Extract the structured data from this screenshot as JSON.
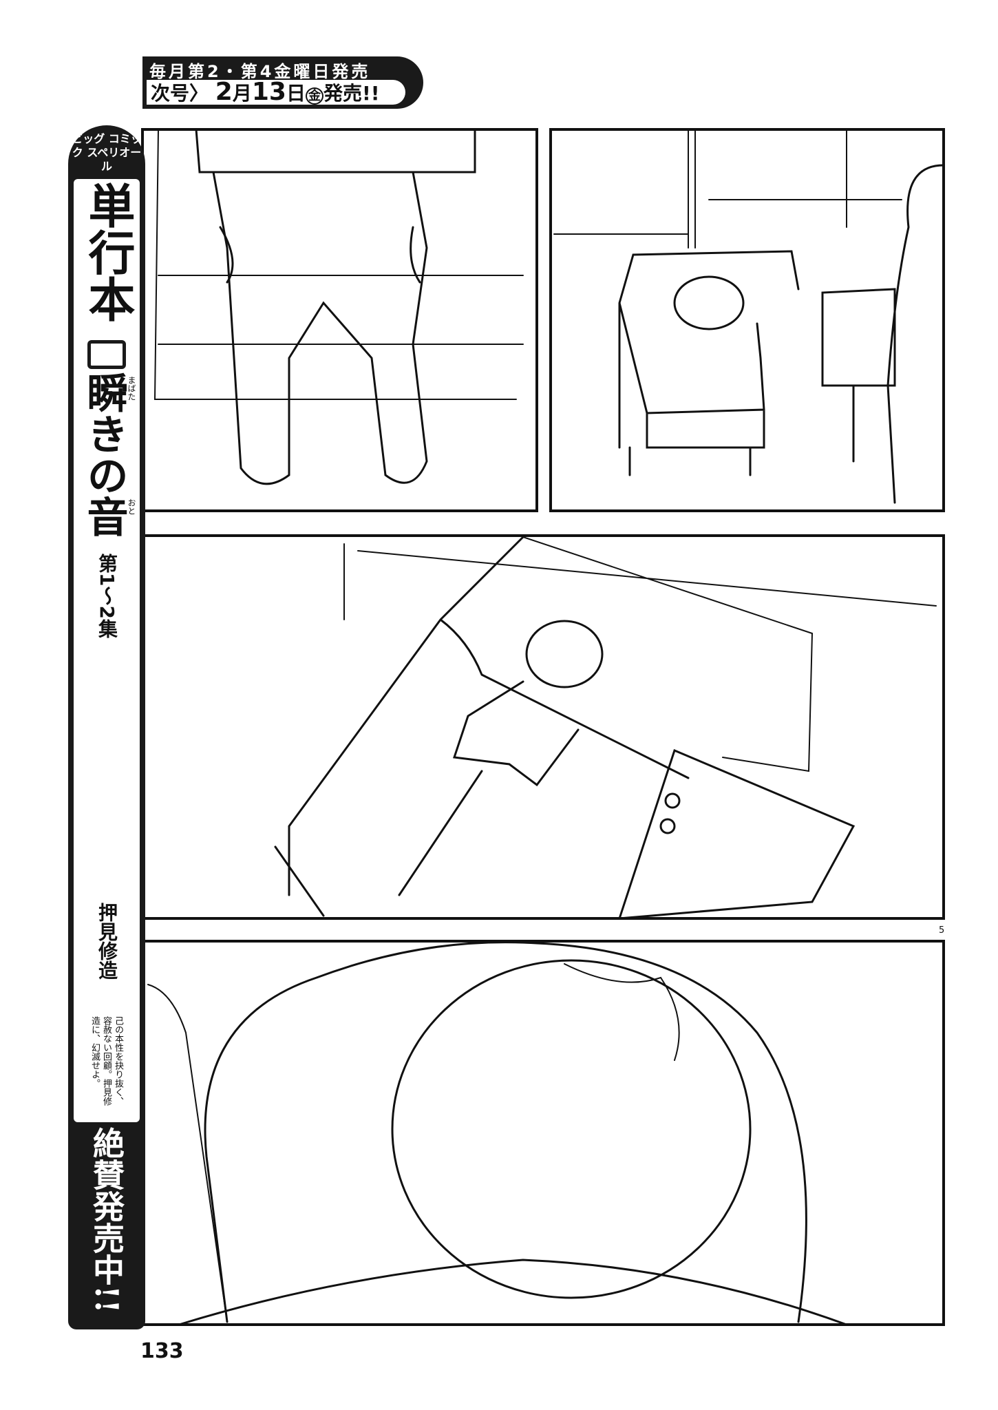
{
  "banner": {
    "line1": "毎月第2・第4金曜日発売",
    "next_label": "次号",
    "arrow": "〉",
    "month": "2",
    "month_unit": "月",
    "day": "13",
    "day_unit": "日",
    "weekday": "金",
    "release": "発売!!"
  },
  "sidebar": {
    "brand": "ビッグ コミック スペリオール",
    "category": "単行本",
    "title": "瞬きの音",
    "title_ruby_1": "まばた",
    "title_ruby_2": "おと",
    "volumes": "第1〜2集",
    "author": "押見修造",
    "blurb": "己の本性を抉り抜く、容赦ない回顧。押見修造に、幻滅せよ。",
    "sale": "絶賛発売中!!",
    "book_icon": "open-book-icon"
  },
  "page_number": "133",
  "sheet_number": "5"
}
